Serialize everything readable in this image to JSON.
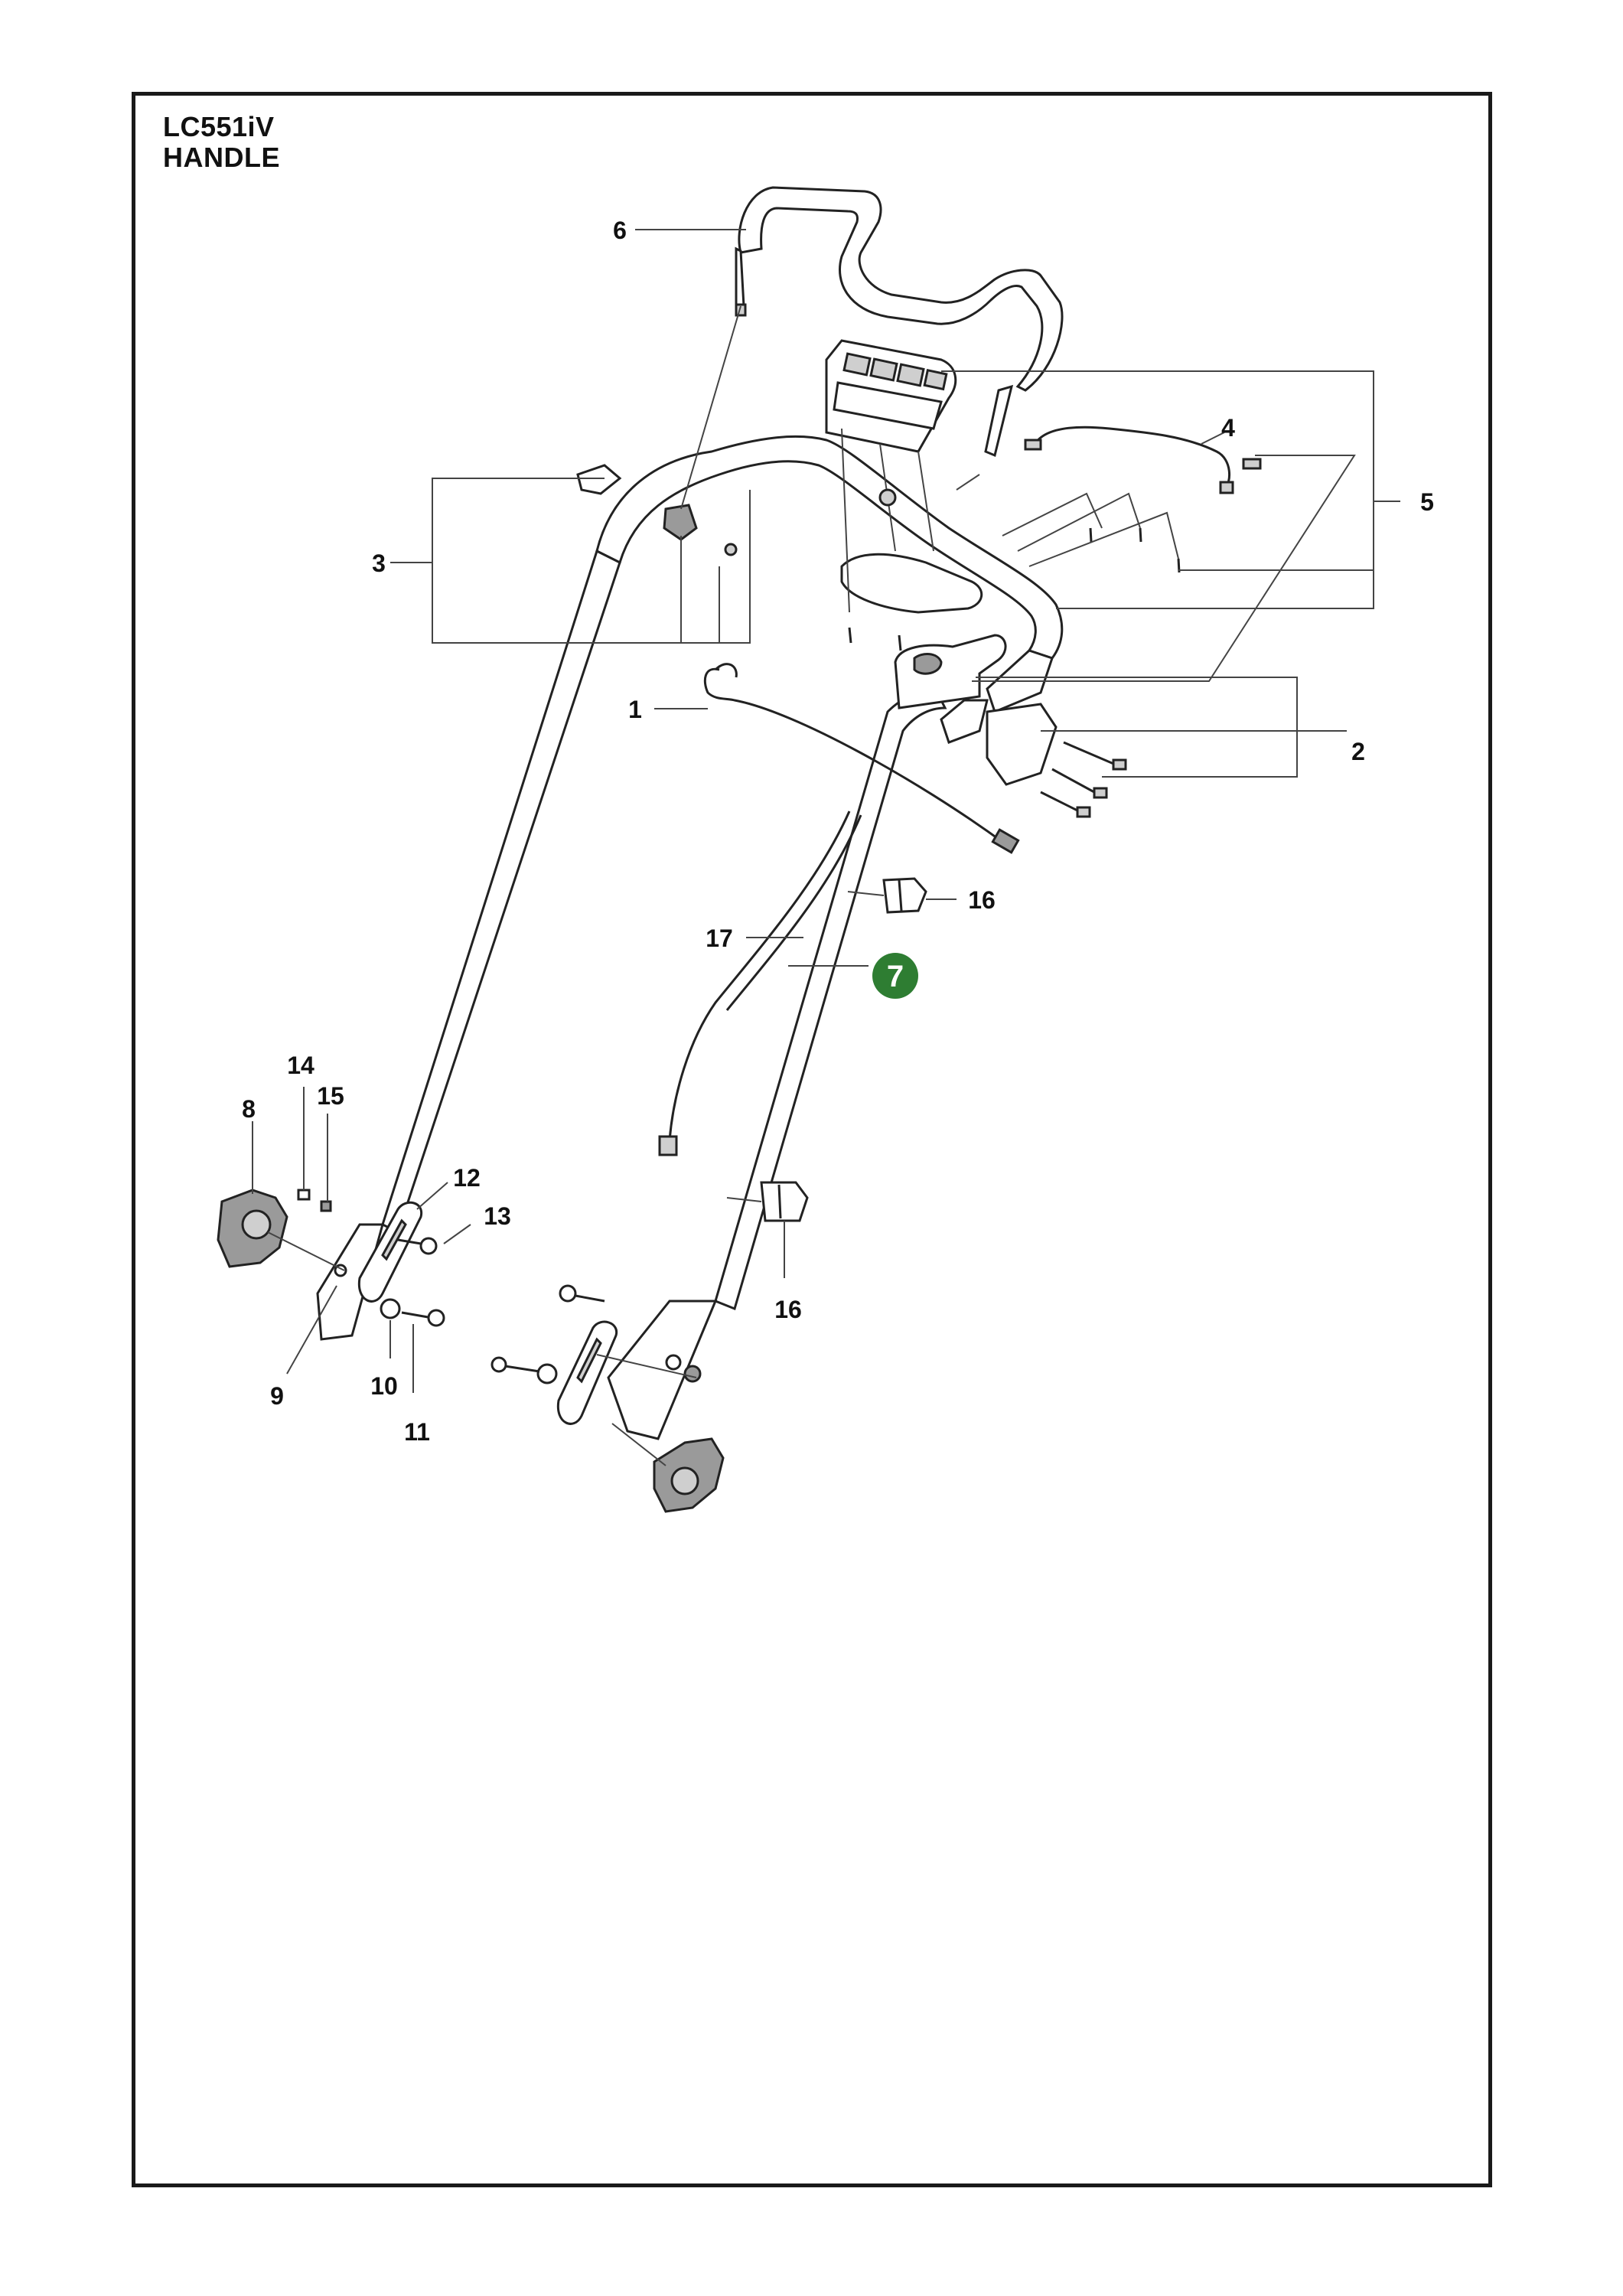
{
  "header": {
    "model": "LC551iV",
    "section": "HANDLE"
  },
  "callouts": [
    {
      "id": "c1",
      "label": "1"
    },
    {
      "id": "c2",
      "label": "2"
    },
    {
      "id": "c3",
      "label": "3"
    },
    {
      "id": "c4",
      "label": "4"
    },
    {
      "id": "c5",
      "label": "5"
    },
    {
      "id": "c6",
      "label": "6"
    },
    {
      "id": "c7",
      "label": "7"
    },
    {
      "id": "c8",
      "label": "8"
    },
    {
      "id": "c9",
      "label": "9"
    },
    {
      "id": "c10",
      "label": "10"
    },
    {
      "id": "c11",
      "label": "11"
    },
    {
      "id": "c12",
      "label": "12"
    },
    {
      "id": "c13",
      "label": "13"
    },
    {
      "id": "c14",
      "label": "14"
    },
    {
      "id": "c15",
      "label": "15"
    },
    {
      "id": "c16a",
      "label": "16"
    },
    {
      "id": "c16b",
      "label": "16"
    },
    {
      "id": "c17",
      "label": "17"
    }
  ],
  "highlight": {
    "callout": "7",
    "color": "#2e7d32"
  },
  "colors": {
    "frame": "#1a1a1a",
    "line": "#222222",
    "text": "#111111"
  }
}
